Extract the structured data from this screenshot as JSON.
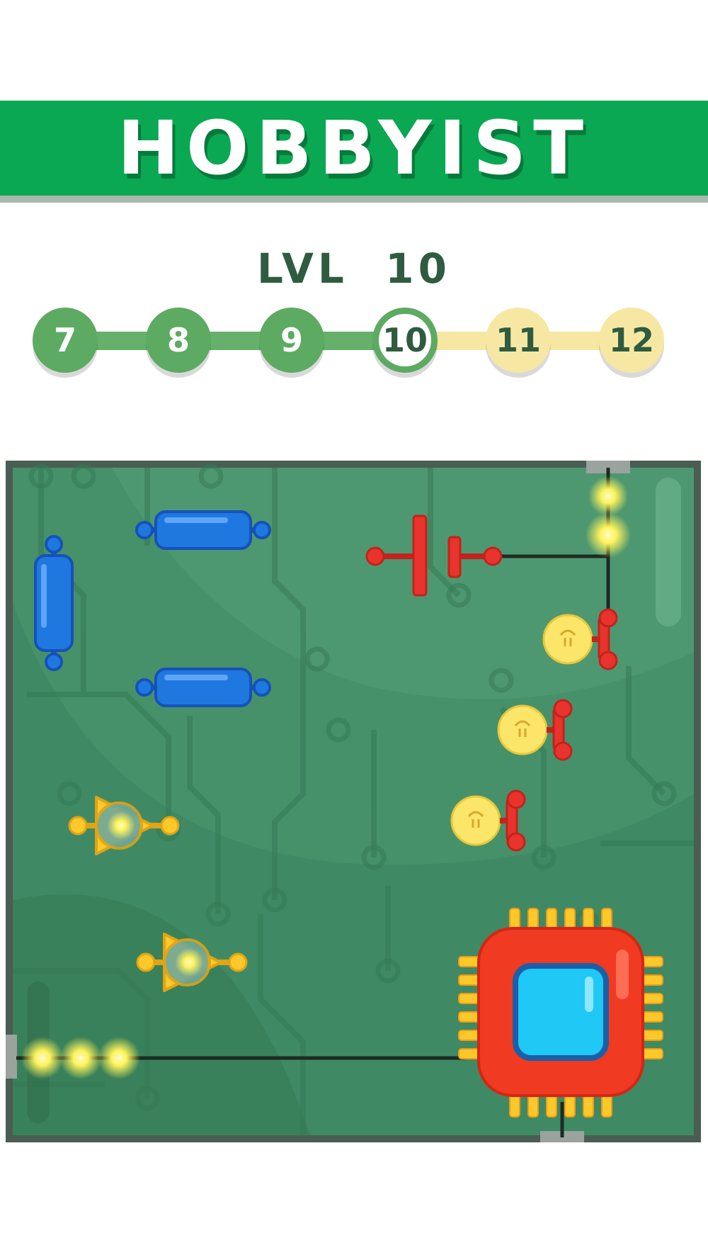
{
  "banner": {
    "title": "HOBBYIST"
  },
  "level": {
    "label": "LVL  10"
  },
  "progress": {
    "nodes": [
      {
        "label": "7",
        "state": "done"
      },
      {
        "label": "8",
        "state": "done"
      },
      {
        "label": "9",
        "state": "done"
      },
      {
        "label": "10",
        "state": "current"
      },
      {
        "label": "11",
        "state": "todo"
      },
      {
        "label": "12",
        "state": "todo"
      }
    ]
  },
  "board": {
    "components": [
      "blue-resistor-icon",
      "red-capacitor-icon",
      "light-bulb-icon",
      "yellow-diode-icon",
      "cpu-chip-icon",
      "glowing-spark-icon"
    ],
    "colors": {
      "board": "#3f8a64",
      "banner": "#0aa852",
      "done": "#5daa62",
      "todo": "#f6e8a2",
      "resistor": "#1f78e0",
      "capacitor": "#e8342c",
      "chip": "#f03a22",
      "chip_core": "#1fc8f5"
    }
  }
}
